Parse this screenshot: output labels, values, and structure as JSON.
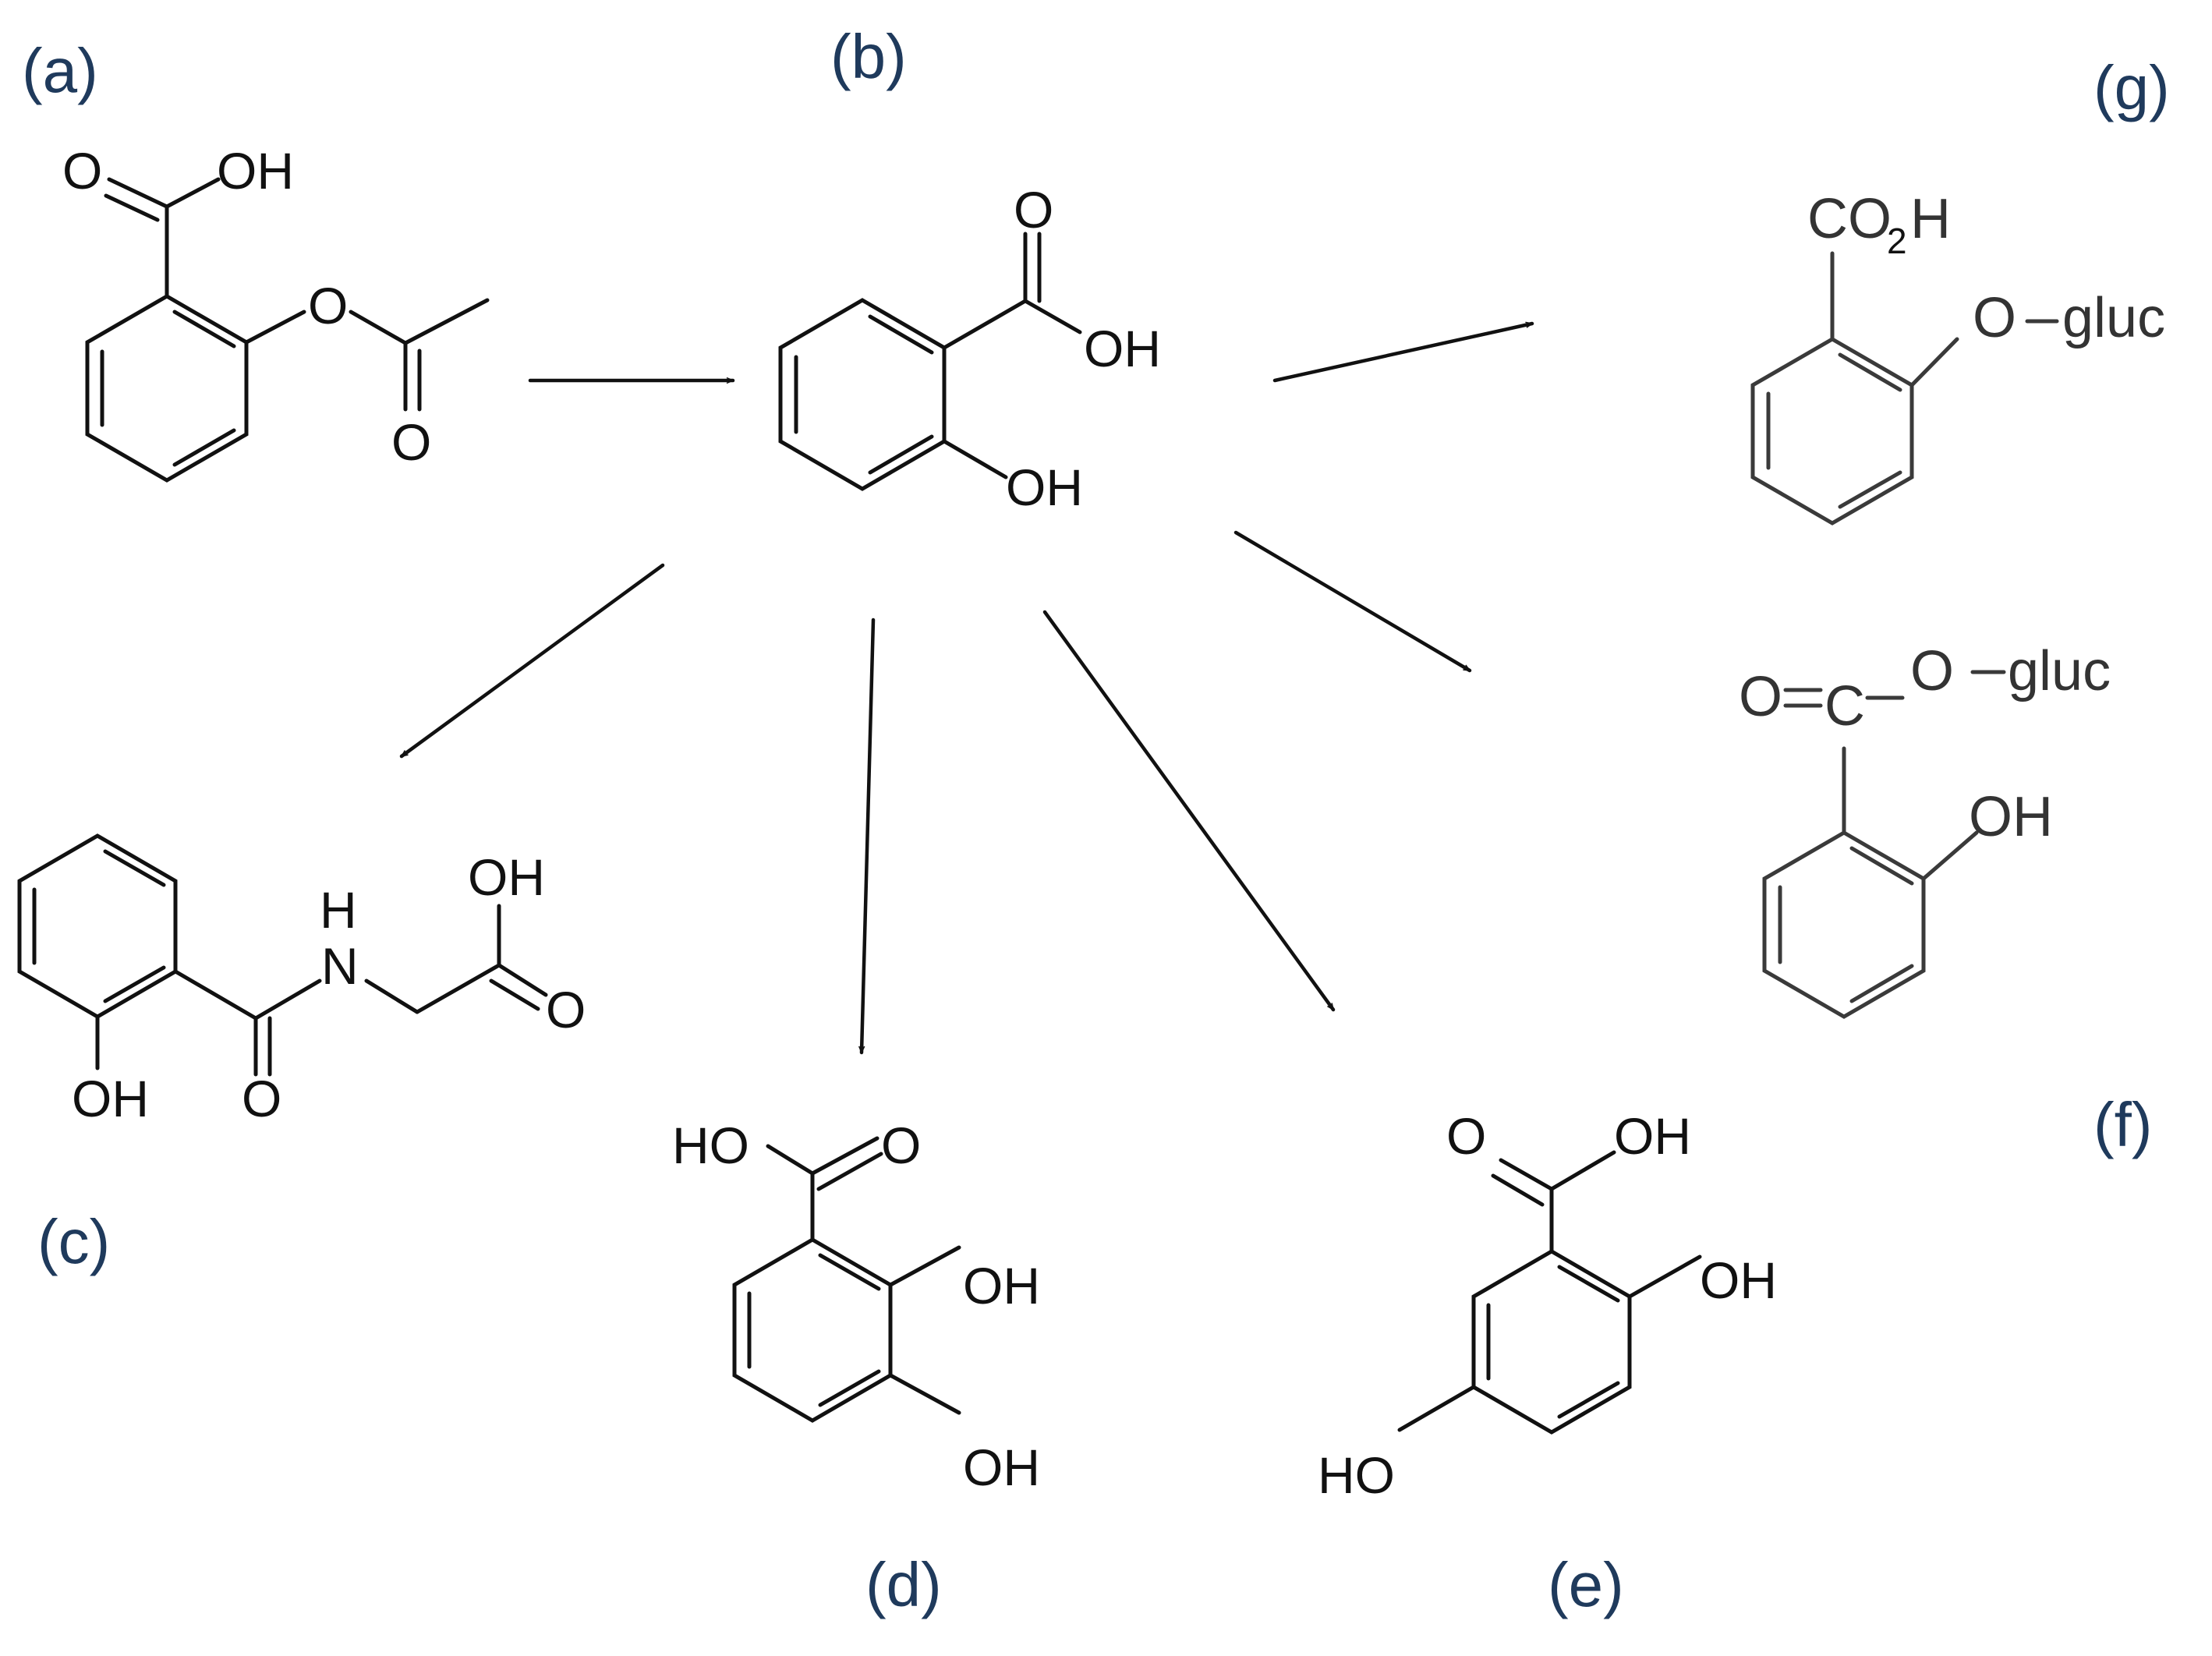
{
  "labels": {
    "a": "(a)",
    "b": "(b)",
    "c": "(c)",
    "d": "(d)",
    "e": "(e)",
    "f": "(f)",
    "g": "(g)"
  },
  "molecules": {
    "a": {
      "o_top": "O",
      "oh_top": "OH",
      "o_ester": "O",
      "o_carbonyl": "O"
    },
    "b": {
      "o_top": "O",
      "oh_acid": "OH",
      "oh_phenol": "OH"
    },
    "c": {
      "oh_acid": "OH",
      "h_amide": "H",
      "n_amide": "N",
      "o_acid": "O",
      "oh_phenol": "OH",
      "o_amide": "O"
    },
    "d": {
      "ho_acid": "HO",
      "o_acid": "O",
      "oh_2": "OH",
      "oh_3": "OH"
    },
    "e": {
      "o_acid": "O",
      "oh_acid": "OH",
      "oh_2": "OH",
      "ho_5": "HO"
    },
    "g": {
      "co2h_main": "CO",
      "co2h_sub": "2",
      "co2h_h": "H",
      "o_gluc": "O",
      "gluc": "gluc"
    },
    "f": {
      "o_carbonyl": "O",
      "c_carbonyl": "C",
      "o_gluc": "O",
      "gluc": "gluc",
      "oh_phenol": "OH"
    }
  }
}
